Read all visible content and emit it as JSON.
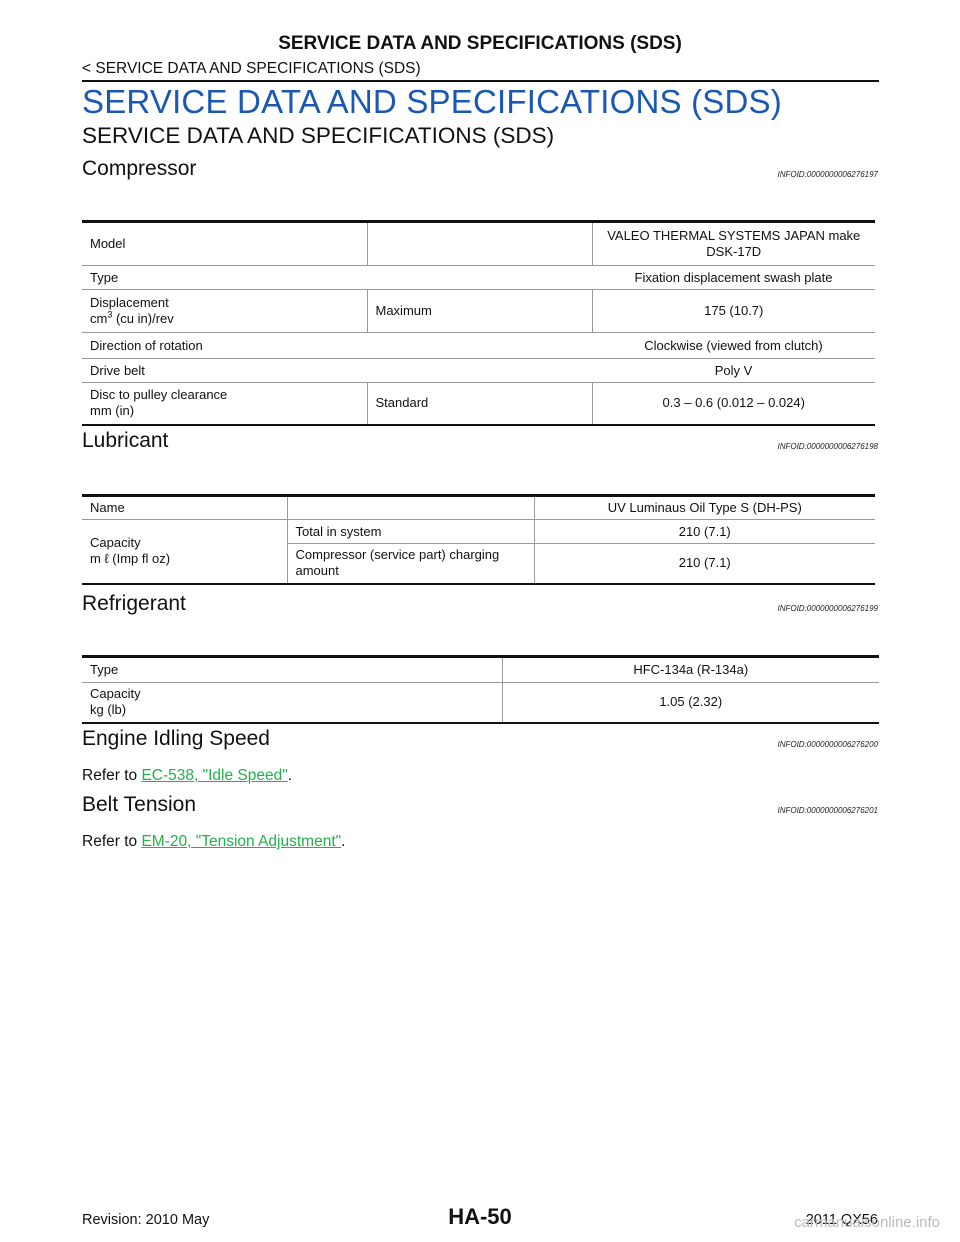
{
  "header": {
    "title": "SERVICE DATA AND SPECIFICATIONS (SDS)",
    "breadcrumb": "< SERVICE DATA AND SPECIFICATIONS (SDS)"
  },
  "page": {
    "heading": "SERVICE DATA AND SPECIFICATIONS (SDS)",
    "subheading": "SERVICE DATA AND SPECIFICATIONS (SDS)"
  },
  "compressor": {
    "title": "Compressor",
    "infoid": "INFOID:0000000006276197",
    "rows": {
      "model_label": "Model",
      "model_value_1": "VALEO THERMAL SYSTEMS JAPAN make",
      "model_value_2": "DSK-17D",
      "type_label": "Type",
      "type_value": "Fixation displacement swash plate",
      "displacement_label": "Displacement",
      "displacement_unit_prefix": "cm",
      "displacement_unit_sup": "3",
      "displacement_unit_suffix": " (cu in)/rev",
      "displacement_sub": "Maximum",
      "displacement_value": "175 (10.7)",
      "rotation_label": "Direction of rotation",
      "rotation_value": "Clockwise (viewed from clutch)",
      "belt_label": "Drive belt",
      "belt_value": "Poly V",
      "clearance_label_1": "Disc to pulley clearance",
      "clearance_label_2": "mm (in)",
      "clearance_sub": "Standard",
      "clearance_value": "0.3 – 0.6 (0.012 – 0.024)"
    }
  },
  "lubricant": {
    "title": "Lubricant",
    "infoid": "INFOID:0000000006276198",
    "rows": {
      "name_label": "Name",
      "name_value": "UV Luminaus Oil Type S (DH-PS)",
      "capacity_label_1": "Capacity",
      "capacity_label_2": "m ℓ (Imp fl oz)",
      "total_label": "Total in system",
      "total_value": "210 (7.1)",
      "charging_label_1": "Compressor (service part) charging",
      "charging_label_2": "amount",
      "charging_value": "210 (7.1)"
    }
  },
  "refrigerant": {
    "title": "Refrigerant",
    "infoid": "INFOID:0000000006276199",
    "rows": {
      "type_label": "Type",
      "type_value": "HFC-134a (R-134a)",
      "capacity_label_1": "Capacity",
      "capacity_label_2": "kg (lb)",
      "capacity_value": "1.05 (2.32)"
    }
  },
  "idle": {
    "title": "Engine Idling Speed",
    "infoid": "INFOID:0000000006276200",
    "refer_prefix": "Refer to ",
    "link": "EC-538, \"Idle Speed\"",
    "suffix": "."
  },
  "belt": {
    "title": "Belt Tension",
    "infoid": "INFOID:0000000006276201",
    "refer_prefix": "Refer to ",
    "link": "EM-20, \"Tension  Adjustment\"",
    "suffix": "."
  },
  "footer": {
    "revision": "Revision: 2010 May",
    "page_number": "HA-50",
    "model": "2011 QX56",
    "watermark": "carmanualsonline.info"
  }
}
